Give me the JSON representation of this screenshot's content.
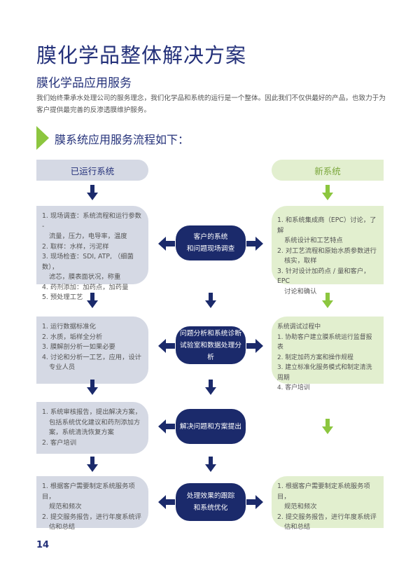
{
  "title": "膜化学品整体解决方案",
  "subtitle": "膜化学品应用服务",
  "intro": "我们始终秉承水处理公司的服务理念，我们化学品和系统的运行是一个整体。因此我们不仅供最好的产品，也致力于为客户提供最完善的反渗透膜维护服务。",
  "flow_title": "膜系统应用服务流程如下：",
  "left_header": "已运行系统",
  "right_header": "新系统",
  "left_boxes": [
    [
      "1. 现场调查：系统流程和运行参数 -",
      "   流量，压力，电导率，温度",
      "2. 取样：水样，污泥样",
      "3. 现场检查：SDI, ATP, （细菌数），",
      "   滤芯，膜表面状况，称重",
      "4. 药剂添加：加药点，加药量",
      "5. 预处理工艺"
    ],
    [
      "1. 运行数据标准化",
      "2. 水质，垢样全分析",
      "3. 膜解剖分析一如果必要",
      "4. 讨论和分析一工艺，应用，设计",
      "   专业人员"
    ],
    [
      "1. 系统审核报告，提出解决方案，",
      "   包括系统优化建议和药剂添加方",
      "   案，系统清洗恢复方案",
      "2. 客户培训"
    ],
    [
      "1. 根据客户需要制定系统服务项目，",
      "   规范和频次",
      "2. 提交服务报告，进行年度系统评",
      "   估和总结"
    ]
  ],
  "center_boxes": [
    [
      "客户的系统",
      "和问题现场调查"
    ],
    [
      "问题分析和系统诊断",
      "试验室和数据处理分析"
    ],
    [
      "解决问题和方案提出"
    ],
    [
      "处理效果的跟踪",
      "和系统优化"
    ]
  ],
  "right_boxes": [
    [
      "1. 和系统集成商（EPC）讨论，了解",
      "   系统设计和工艺特点",
      "2. 对工艺流程和原始水质参数进行",
      "   核实，取样",
      "3. 针对设计加药点 / 量和客户，EPC",
      "   讨论和确认"
    ],
    [
      "系统调试过程中",
      "1. 协助客户建立膜系统运行监督报表",
      "2. 制定加药方案和操作规程",
      "3. 建立标准化服务模式和制定清洗周期",
      "4. 客户培训"
    ],
    [
      "1. 根据客户需要制定系统服务项目，",
      "   规范和频次",
      "2. 提交服务报告，进行年度系统评",
      "   估和总结"
    ]
  ],
  "page_number": "14",
  "colors": {
    "navy": "#1b2a6b",
    "title_blue": "#24317a",
    "left_fill": "#d5d9e4",
    "right_fill": "#e2efcf",
    "green": "#8cc63f"
  }
}
